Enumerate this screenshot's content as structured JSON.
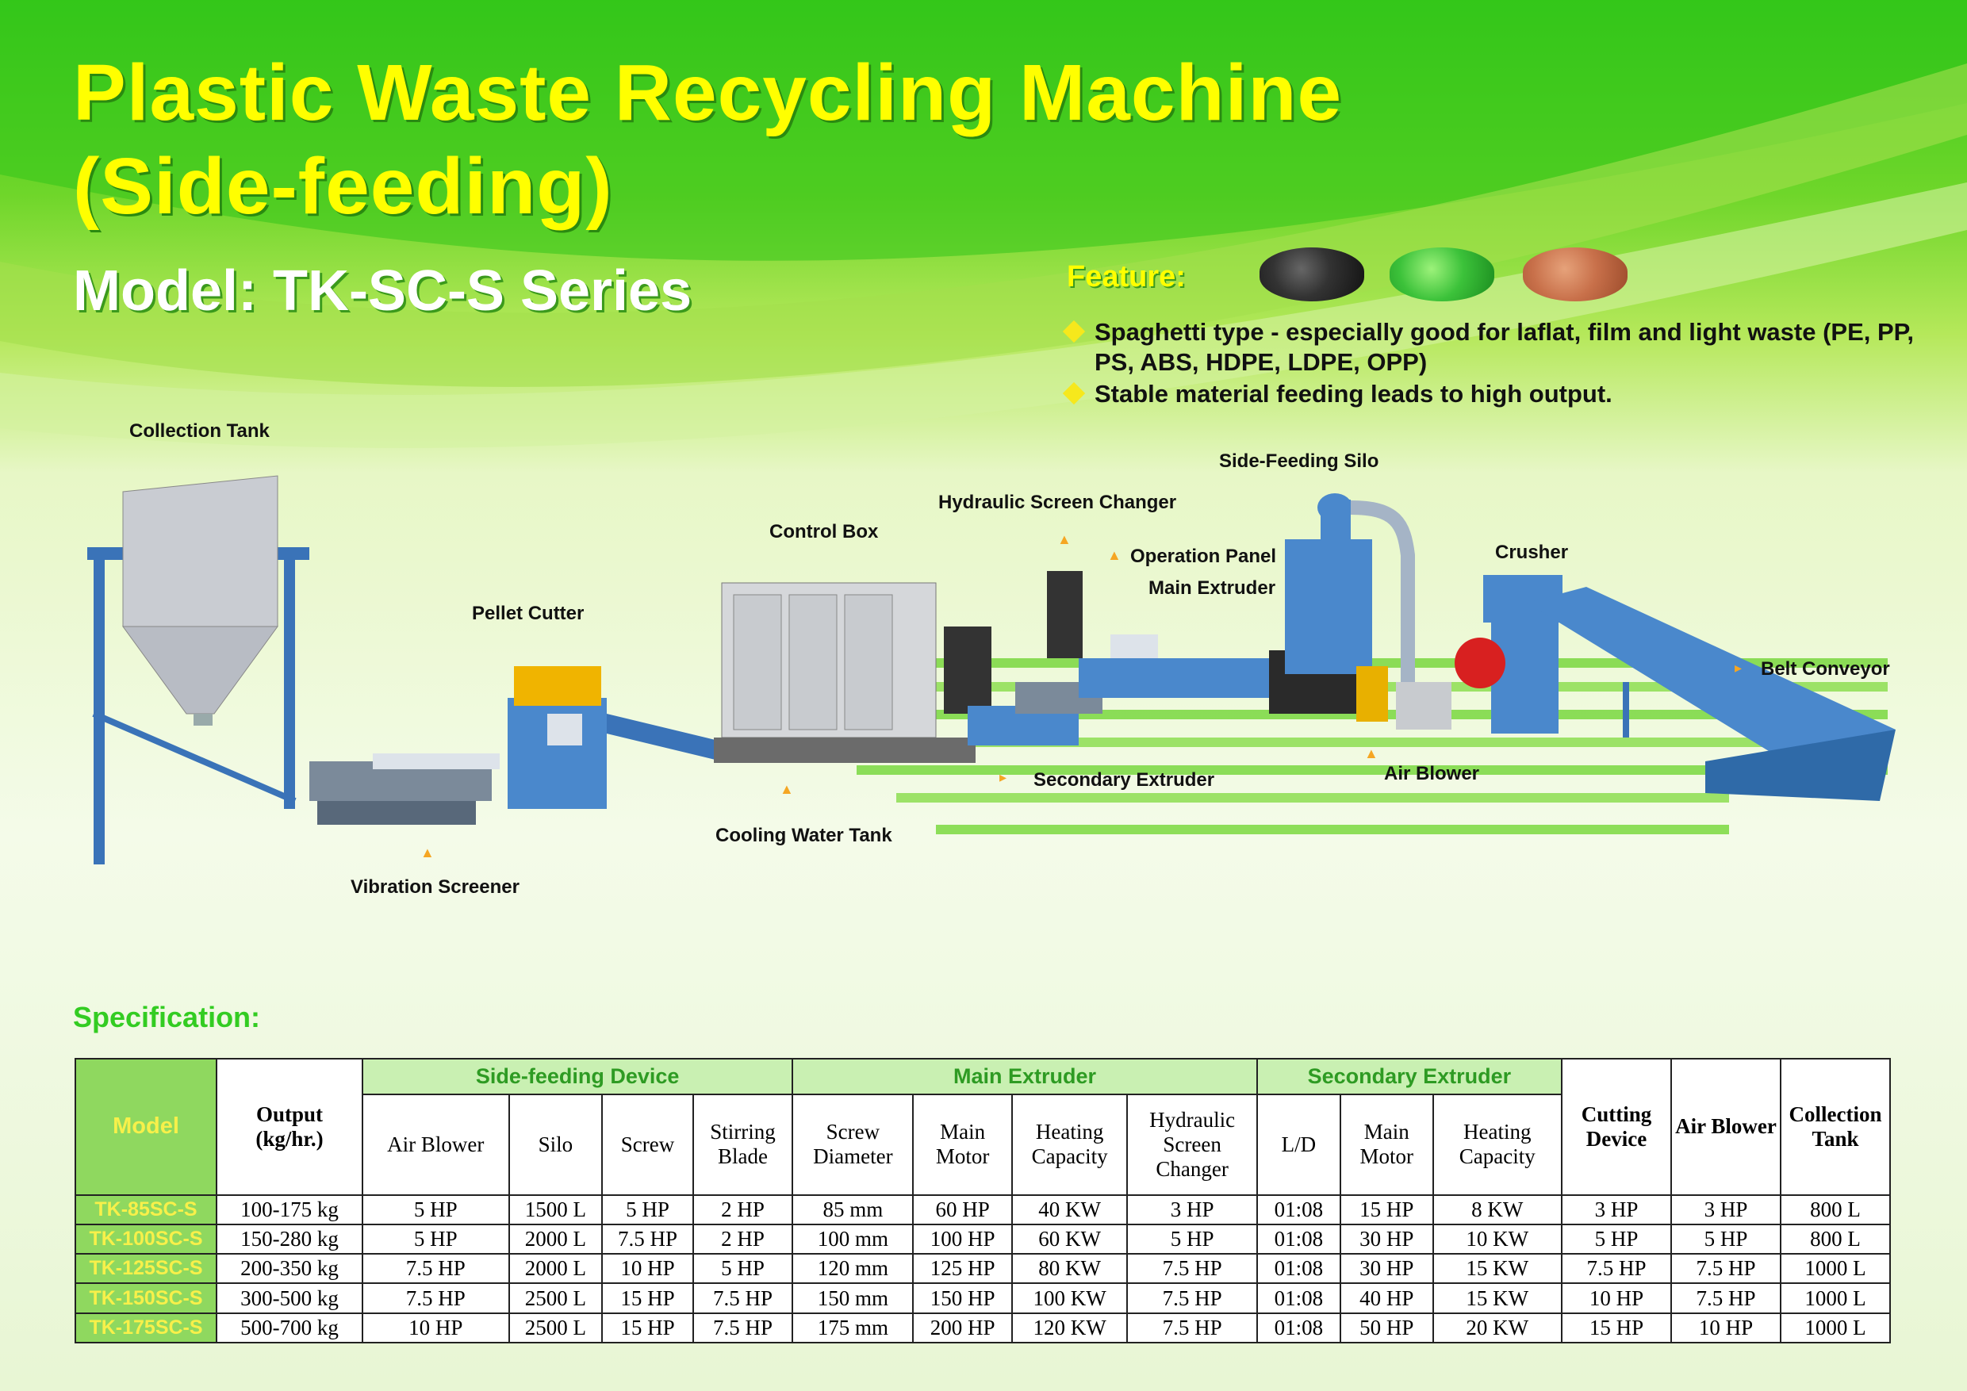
{
  "title_line1": "Plastic Waste Recycling Machine",
  "title_line2": "(Side-feeding)",
  "model": "Model: TK-SC-S Series",
  "feature": {
    "title": "Feature:",
    "items": [
      "Spaghetti type - especially good for laflat, film and light waste (PE, PP, PS, ABS, HDPE, LDPE, OPP)",
      "Stable material feeding leads to high output."
    ]
  },
  "labels": {
    "collection_tank": "Collection Tank",
    "pellet_cutter": "Pellet Cutter",
    "vibration_screener": "Vibration Screener",
    "control_box": "Control Box",
    "cooling_water_tank": "Cooling Water Tank",
    "hydraulic_screen_changer": "Hydraulic Screen Changer",
    "operation_panel": "Operation Panel",
    "main_extruder": "Main Extruder",
    "secondary_extruder": "Secondary Extruder",
    "side_feeding_silo": "Side-Feeding Silo",
    "crusher": "Crusher",
    "air_blower": "Air Blower",
    "belt_conveyor": "Belt Conveyor"
  },
  "spec": {
    "title": "Specification:",
    "groups": {
      "model": "Model",
      "output": "Output\n(kg/hr.)",
      "side_feeding": "Side-feeding Device",
      "main_extruder": "Main Extruder",
      "secondary_extruder": "Secondary Extruder",
      "cutting_device": "Cutting\nDevice",
      "air_blower": "Air Blower",
      "collection_tank": "Collection\nTank"
    },
    "subheaders": [
      "Air Blower",
      "Silo",
      "Screw",
      "Stirring\nBlade",
      "Screw\nDiameter",
      "Main\nMotor",
      "Heating\nCapacity",
      "Hydraulic\nScreen\nChanger",
      "L/D",
      "Main\nMotor",
      "Heating\nCapacity"
    ],
    "rows": [
      [
        "TK-85SC-S",
        "100-175 kg",
        "5 HP",
        "1500 L",
        "5 HP",
        "2 HP",
        "85 mm",
        "60 HP",
        "40 KW",
        "3 HP",
        "01:08",
        "15 HP",
        "8 KW",
        "3 HP",
        "3 HP",
        "800 L"
      ],
      [
        "TK-100SC-S",
        "150-280 kg",
        "5 HP",
        "2000 L",
        "7.5 HP",
        "2 HP",
        "100 mm",
        "100 HP",
        "60 KW",
        "5 HP",
        "01:08",
        "30 HP",
        "10 KW",
        "5 HP",
        "5 HP",
        "800 L"
      ],
      [
        "TK-125SC-S",
        "200-350 kg",
        "7.5 HP",
        "2000 L",
        "10 HP",
        "5 HP",
        "120 mm",
        "125 HP",
        "80 KW",
        "7.5 HP",
        "01:08",
        "30 HP",
        "15 KW",
        "7.5 HP",
        "7.5 HP",
        "1000 L"
      ],
      [
        "TK-150SC-S",
        "300-500 kg",
        "7.5 HP",
        "2500 L",
        "15 HP",
        "7.5 HP",
        "150 mm",
        "150 HP",
        "100 KW",
        "7.5 HP",
        "01:08",
        "40 HP",
        "15 KW",
        "10 HP",
        "7.5 HP",
        "1000 L"
      ],
      [
        "TK-175SC-S",
        "500-700 kg",
        "10 HP",
        "2500 L",
        "15 HP",
        "7.5 HP",
        "175 mm",
        "200 HP",
        "120 KW",
        "7.5 HP",
        "01:08",
        "50 HP",
        "20 KW",
        "15 HP",
        "10 HP",
        "1000 L"
      ]
    ]
  },
  "colors": {
    "title": "#ffff00",
    "accent_green": "#33cc22",
    "header_fill": "#c9f0b2",
    "model_fill": "#8fd85f"
  }
}
